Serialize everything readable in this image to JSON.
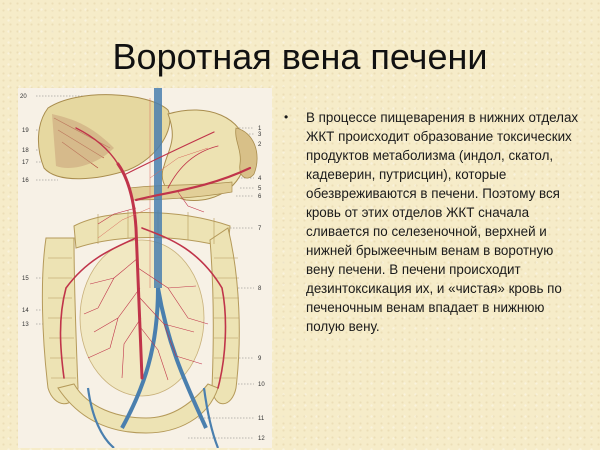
{
  "slide": {
    "title": "Воротная вена печени",
    "bullet": "В процессе пищеварения в нижних отделах ЖКТ происходит образование токсических продуктов метаболизма (индол, скатол, кадеверин, путрисцин), которые обезвреживаются в печени. Поэтому вся кровь от этих отделов ЖКТ сначала сливается по селезеночной, верхней и нижней брыжеечным венам в воротную вену печени. В печени происходит дезинтоксикация их, и «чистая» кровь по печеночным венам впадает в нижнюю полую вену."
  },
  "figure": {
    "labels_left": [
      "20",
      "19",
      "18",
      "17",
      "16",
      "15",
      "14",
      "13"
    ],
    "labels_right": [
      "1",
      "2",
      "3",
      "4",
      "5",
      "6",
      "7",
      "8",
      "9",
      "10",
      "11",
      "12"
    ]
  },
  "colors": {
    "background": "#f6ecc9",
    "organ": "#ede3b4",
    "vein": "#c0344a",
    "portal": "#4a7fae"
  }
}
